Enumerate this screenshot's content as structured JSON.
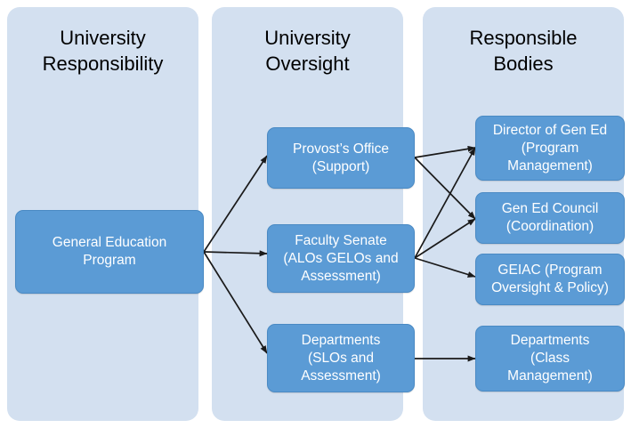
{
  "diagram": {
    "title_columns": [
      {
        "id": "col-university-responsibility",
        "label": "University\nResponsibility"
      },
      {
        "id": "col-university-oversight",
        "label": "University\nOversight"
      },
      {
        "id": "col-responsible-bodies",
        "label": "Responsible\nBodies"
      }
    ],
    "colors": {
      "panel_background": "#d3e0f0",
      "node_fill": "#5b9bd5",
      "node_text": "#ffffff",
      "title_text": "#000000",
      "edge_stroke": "#1a1a1a",
      "page_background": "#ffffff"
    },
    "nodes": [
      {
        "id": "general-education-program",
        "label": "General Education\nProgram",
        "column": 1
      },
      {
        "id": "provosts-office",
        "label": "Provost’s Office\n(Support)",
        "column": 2
      },
      {
        "id": "faculty-senate",
        "label": "Faculty Senate\n(ALOs GELOs and\nAssessment)",
        "column": 2
      },
      {
        "id": "departments-oversight",
        "label": "Departments\n(SLOs and\nAssessment)",
        "column": 2
      },
      {
        "id": "director-of-gen-ed",
        "label": "Director of Gen Ed\n(Program\nManagement)",
        "column": 3
      },
      {
        "id": "gen-ed-council",
        "label": "Gen Ed Council\n(Coordination)",
        "column": 3
      },
      {
        "id": "geiac",
        "label": "GEIAC (Program\nOversight & Policy)",
        "column": 3
      },
      {
        "id": "departments-class-management",
        "label": "Departments\n(Class\nManagement)",
        "column": 3
      }
    ],
    "edges": [
      {
        "id": "edge-gep-to-provost",
        "from": "general-education-program",
        "to": "provosts-office"
      },
      {
        "id": "edge-gep-to-faculty-senate",
        "from": "general-education-program",
        "to": "faculty-senate"
      },
      {
        "id": "edge-gep-to-departments",
        "from": "general-education-program",
        "to": "departments-oversight"
      },
      {
        "id": "edge-provost-to-director",
        "from": "provosts-office",
        "to": "director-of-gen-ed"
      },
      {
        "id": "edge-provost-to-council",
        "from": "provosts-office",
        "to": "gen-ed-council"
      },
      {
        "id": "edge-senate-to-director",
        "from": "faculty-senate",
        "to": "director-of-gen-ed"
      },
      {
        "id": "edge-senate-to-council",
        "from": "faculty-senate",
        "to": "gen-ed-council"
      },
      {
        "id": "edge-senate-to-geiac",
        "from": "faculty-senate",
        "to": "geiac"
      },
      {
        "id": "edge-departments-to-departments",
        "from": "departments-oversight",
        "to": "departments-class-management"
      }
    ]
  }
}
